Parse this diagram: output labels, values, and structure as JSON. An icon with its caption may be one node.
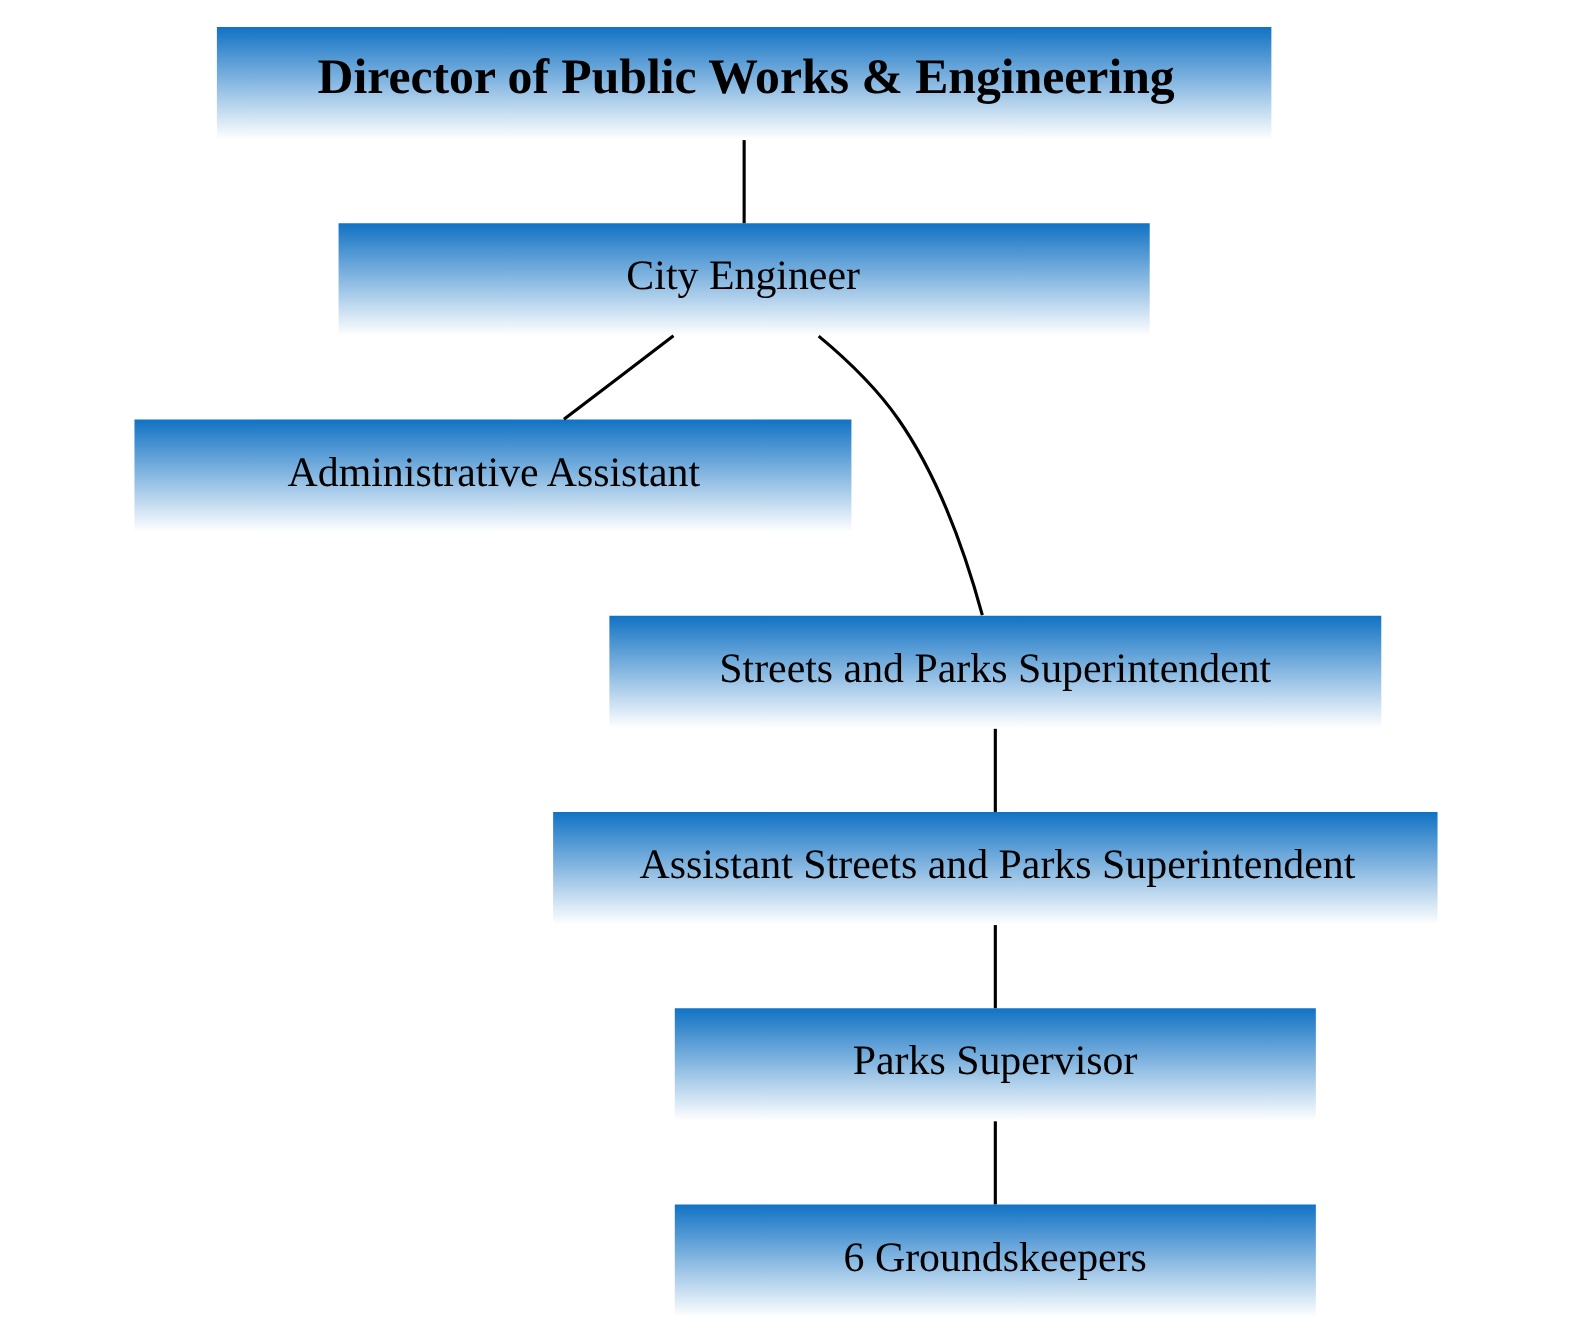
{
  "diagram": {
    "nodes": [
      {
        "text": [
          "Director of Public Works & Engineering"
        ]
      },
      {
        "text": [
          "City Engineer"
        ]
      },
      {
        "text": [
          "Administrative Assistant"
        ]
      },
      {
        "text": [
          "Streets and Parks Superintendent"
        ]
      },
      {
        "text": [
          "Assistant Streets and Parks Superintendent"
        ]
      },
      {
        "text": [
          "Parks Supervisor"
        ]
      },
      {
        "text": [
          "6 Groundskeepers"
        ]
      }
    ],
    "edges": [
      {
        "from": 0,
        "to": 1,
        "arrow": "none"
      },
      {
        "from": 1,
        "to": 2,
        "arrow": "none"
      },
      {
        "from": 1,
        "to": 3,
        "arrow": "none"
      },
      {
        "from": 3,
        "to": 4,
        "arrow": "none"
      },
      {
        "from": 4,
        "to": 5,
        "arrow": "none"
      },
      {
        "from": 5,
        "to": 6,
        "arrow": "none"
      }
    ]
  }
}
